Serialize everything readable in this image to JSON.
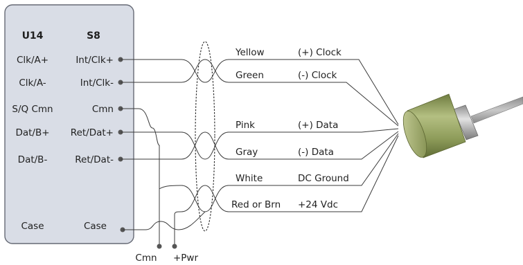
{
  "module": {
    "col1_header": "U14",
    "col2_header": "S8",
    "rows": [
      {
        "left": "Clk/A+",
        "right": "Int/Clk+"
      },
      {
        "left": "Clk/A-",
        "right": "Int/Clk-"
      },
      {
        "left": "S/Q Cmn",
        "right": "Cmn"
      },
      {
        "left": "Dat/B+",
        "right": "Ret/Dat+"
      },
      {
        "left": "Dat/B-",
        "right": "Ret/Dat-"
      },
      {
        "left": "Case",
        "right": "Case"
      }
    ],
    "fill": "#d9dde6",
    "border": "#666a75"
  },
  "cable": {
    "wires": [
      {
        "color_name": "Yellow",
        "signal": "(+) Clock"
      },
      {
        "color_name": "Green",
        "signal": "(-) Clock"
      },
      {
        "color_name": "Pink",
        "signal": "(+) Data"
      },
      {
        "color_name": "Gray",
        "signal": "(-) Data"
      },
      {
        "color_name": "White",
        "signal": "DC Ground"
      },
      {
        "color_name": "Red or Brn",
        "signal": "+24 Vdc"
      }
    ]
  },
  "terminals": {
    "cmn": "Cmn",
    "pwr": "+Pwr"
  },
  "colors": {
    "sensor_body": "#8c9a5a",
    "sensor_nut": "#b7b7b7",
    "wire": "#3a3a3a"
  }
}
